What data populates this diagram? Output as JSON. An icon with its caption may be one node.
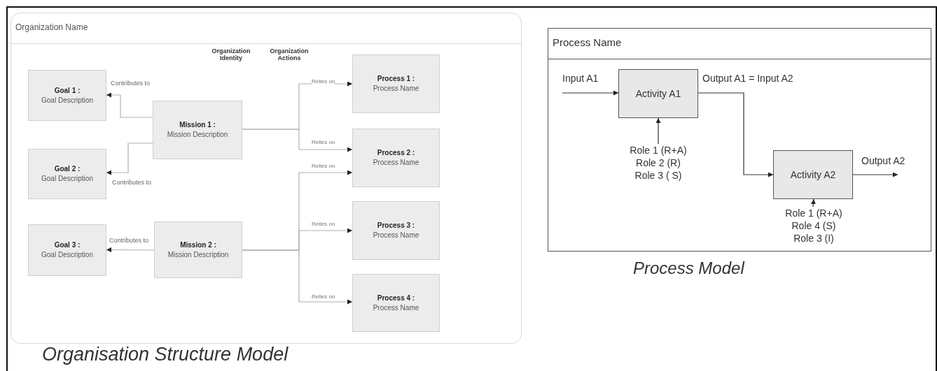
{
  "diagram": {
    "nodes": [
      {
        "text": [
          "Organization Name"
        ]
      },
      {
        "text": [
          "Goal 1 :",
          "Goal Description"
        ],
        "in": 0
      },
      {
        "text": [
          "Goal 2 :",
          "Goal Description"
        ],
        "in": 0
      },
      {
        "text": [
          "Goal 3 :",
          "Goal Description"
        ],
        "in": 0
      },
      {
        "text": [
          "Mission 1 :",
          "Mission Description"
        ],
        "in": 0
      },
      {
        "text": [
          "Mission 2 :",
          "Mission Description"
        ],
        "in": 0
      },
      {
        "text": [
          "Process 1 :",
          "Process Name"
        ],
        "in": 0
      },
      {
        "text": [
          "Process 2 :",
          "Process Name"
        ],
        "in": 0
      },
      {
        "text": [
          "Process 3 :",
          "Process Name"
        ],
        "in": 0
      },
      {
        "text": [
          "Process 4 :",
          "Process Name"
        ],
        "in": 0
      },
      {
        "text": [
          "Process Name"
        ]
      },
      {
        "text": [
          "Activity A1"
        ],
        "in": 10
      },
      {
        "text": [
          "Activity A2"
        ],
        "in": 10
      },
      {
        "text": [
          "Role 1 (R+A)",
          "Role 2 (R)",
          "Role 3 ( S)"
        ],
        "in": 10
      },
      {
        "text": [
          "Role 1 (R+A)",
          "Role 4 (S)",
          "Role 3 (I)"
        ],
        "in": 10
      }
    ],
    "edges": [
      {
        "from": 4,
        "to": 1,
        "arrow": "to",
        "label": "Contributes to"
      },
      {
        "from": 4,
        "to": 2,
        "arrow": "to",
        "label": "Contributes to"
      },
      {
        "from": 5,
        "to": 3,
        "arrow": "to",
        "label": "Contributes to"
      },
      {
        "from": 4,
        "to": 6,
        "arrow": "to",
        "label": "Relies on"
      },
      {
        "from": 4,
        "to": 7,
        "arrow": "to",
        "label": "Relies on"
      },
      {
        "from": 5,
        "to": 7,
        "arrow": "to",
        "label": "Relies on"
      },
      {
        "from": 5,
        "to": 8,
        "arrow": "to",
        "label": "Relies on"
      },
      {
        "from": 5,
        "to": 9,
        "arrow": "to",
        "label": "Relies on"
      },
      {
        "from": null,
        "to": 11,
        "arrow": "to",
        "label": "Input A1",
        "color": "#333333"
      },
      {
        "from": 11,
        "to": 12,
        "arrow": "to",
        "label": "Output A1 = Input A2",
        "color": "#333333"
      },
      {
        "from": 12,
        "to": null,
        "arrow": "to",
        "label": "Output A2",
        "color": "#333333"
      },
      {
        "from": 13,
        "to": 11,
        "arrow": "to",
        "color": "#333333"
      },
      {
        "from": 14,
        "to": 12,
        "arrow": "to",
        "color": "#333333"
      }
    ],
    "labels": [
      "Organization Identity",
      "Organization Actions",
      "Organisation Structure Model",
      "Process Model"
    ]
  }
}
